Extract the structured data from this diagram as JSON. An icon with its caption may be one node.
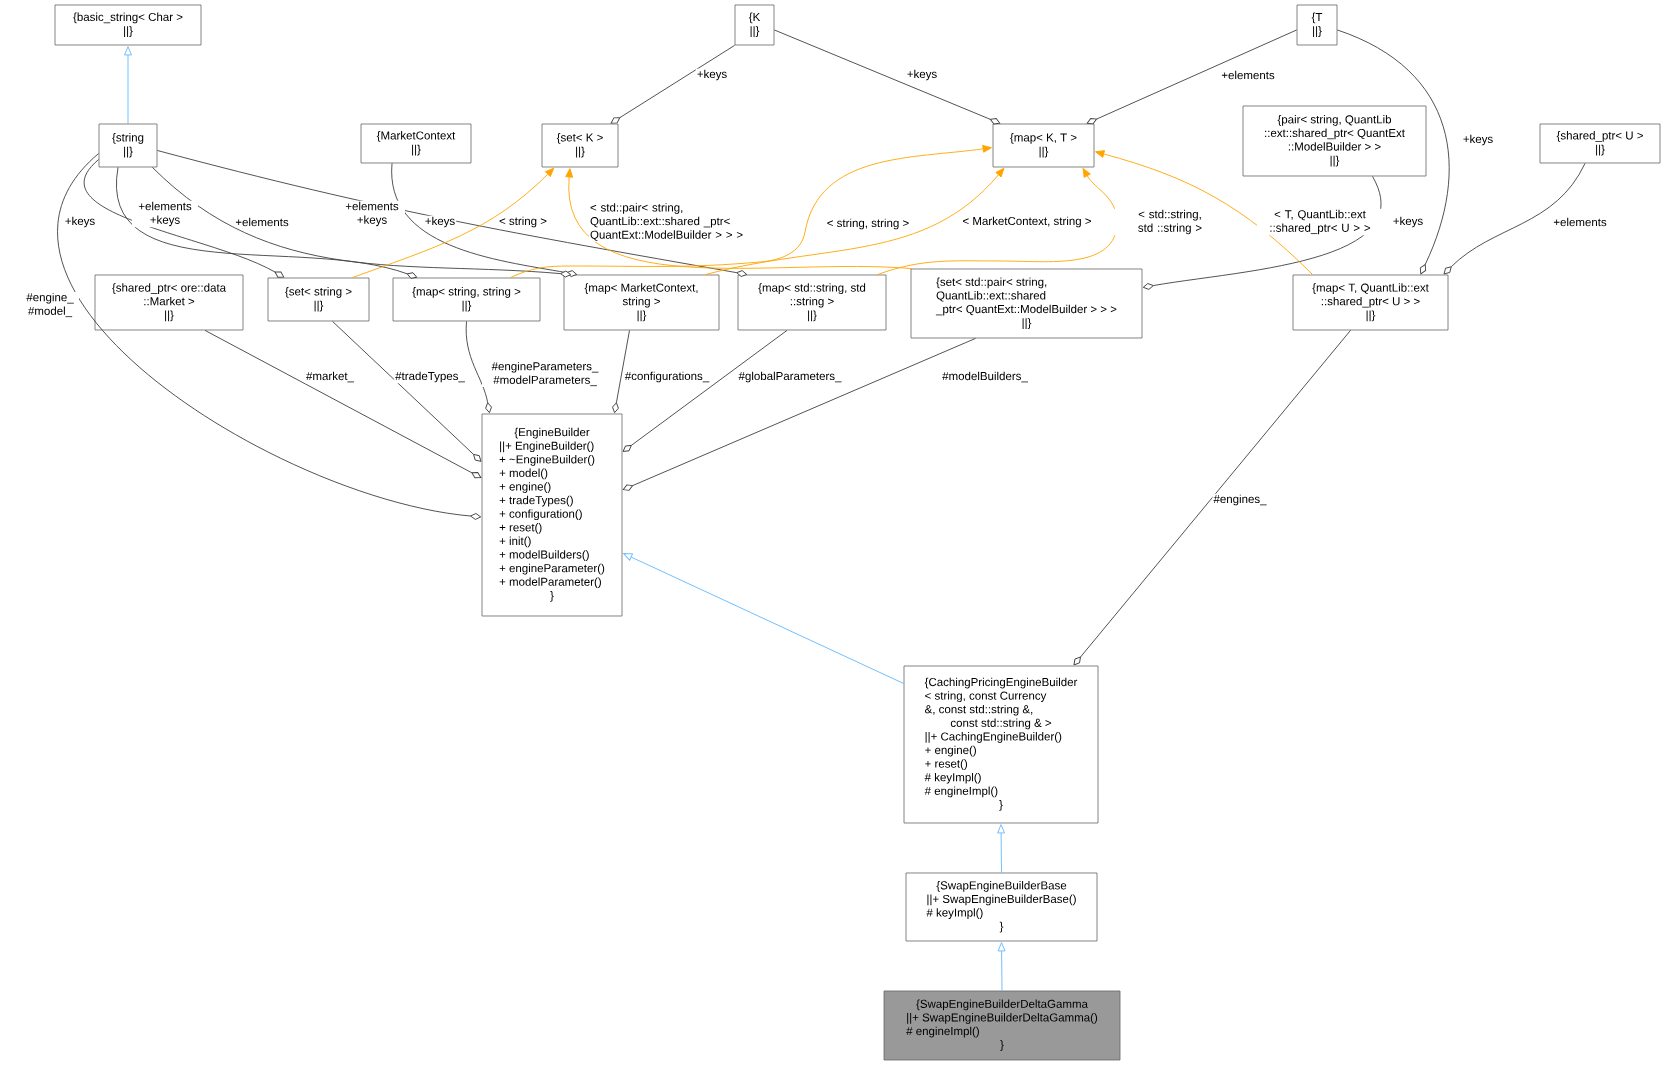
{
  "diagram": {
    "nodes": [
      {
        "text": [
          "{basic_string< Char >",
          "||}"
        ]
      },
      {
        "text": [
          "{string",
          "||}"
        ]
      },
      {
        "text": [
          "{K",
          "||}"
        ]
      },
      {
        "text": [
          "{T",
          "||}"
        ]
      },
      {
        "text": [
          "{set< K >",
          "||}"
        ]
      },
      {
        "text": [
          "{map< K, T >",
          "||}"
        ]
      },
      {
        "text": [
          "{MarketContext",
          "||}"
        ]
      },
      {
        "text": [
          "{pair< string, QuantLib",
          "::ext::shared_ptr< QuantExt",
          "::ModelBuilder > >",
          "||}"
        ]
      },
      {
        "text": [
          "{shared_ptr< U >",
          "||}"
        ]
      },
      {
        "text": [
          "{shared_ptr< ore::data",
          "::Market >",
          "||}"
        ]
      },
      {
        "text": [
          "{set< string >",
          "||}"
        ]
      },
      {
        "text": [
          "{map< string, string >",
          "||}"
        ]
      },
      {
        "text": [
          "{map< MarketContext,",
          "string >",
          "||}"
        ]
      },
      {
        "text": [
          "{map< std::string, std",
          "::string >",
          "||}"
        ]
      },
      {
        "text": [
          "{set< std::pair< string,",
          "QuantLib::ext::shared",
          "_ptr< QuantExt::ModelBuilder > > >",
          "||}"
        ]
      },
      {
        "text": [
          "{map< T, QuantLib::ext",
          "::shared_ptr< U > >",
          "||}"
        ]
      },
      {
        "text": [
          "{EngineBuilder",
          "||+ EngineBuilder()",
          "+ ~EngineBuilder()",
          "+ model()",
          "+ engine()",
          "+ tradeTypes()",
          "+ configuration()",
          "+ reset()",
          "+ init()",
          "+ modelBuilders()",
          "+ engineParameter()",
          "+ modelParameter()",
          "}"
        ]
      },
      {
        "text": [
          "{CachingPricingEngineBuilder",
          "< string, const Currency",
          "&, const std::string &,",
          "const std::string & >",
          "||+ CachingEngineBuilder()",
          "+ engine()",
          "+ reset()",
          "# keyImpl()",
          "# engineImpl()",
          "}"
        ]
      },
      {
        "text": [
          "{SwapEngineBuilderBase",
          "||+ SwapEngineBuilderBase()",
          "# keyImpl()",
          "}"
        ]
      },
      {
        "text": [
          "{SwapEngineBuilderDeltaGamma",
          "||+ SwapEngineBuilderDeltaGamma()",
          "# engineImpl()",
          "}"
        ]
      }
    ],
    "edges": [
      {
        "from": 1,
        "to": 0,
        "arrow": "to",
        "color": "#63b8ff"
      },
      {
        "from": 2,
        "to": 4,
        "arrow": "other",
        "label": "+keys"
      },
      {
        "from": 2,
        "to": 5,
        "arrow": "other",
        "label": "+keys"
      },
      {
        "from": 3,
        "to": 5,
        "arrow": "other",
        "label": "+elements"
      },
      {
        "from": 3,
        "to": 15,
        "arrow": "other",
        "label": "+keys"
      },
      {
        "from": 8,
        "to": 15,
        "arrow": "other",
        "label": "+elements"
      },
      {
        "from": 7,
        "to": 14,
        "arrow": "other",
        "label": "+keys"
      },
      {
        "from": 6,
        "to": 12,
        "arrow": "other",
        "label": "+keys"
      },
      {
        "from": 1,
        "to": 10,
        "arrow": "other",
        "label": "+keys"
      },
      {
        "from": 1,
        "to": 11,
        "arrow": "other",
        "label": "+elements +keys"
      },
      {
        "from": 1,
        "to": 12,
        "arrow": "other",
        "label": "+elements"
      },
      {
        "from": 1,
        "to": 13,
        "arrow": "other",
        "label": "+elements +keys"
      },
      {
        "from": 1,
        "to": 16,
        "arrow": "other",
        "label": "#engine_ #model_"
      },
      {
        "from": 9,
        "to": 16,
        "arrow": "other",
        "label": "#market_"
      },
      {
        "from": 10,
        "to": 16,
        "arrow": "other",
        "label": "#tradeTypes_"
      },
      {
        "from": 11,
        "to": 16,
        "arrow": "other",
        "label": "#engineParameters_ #modelParameters_"
      },
      {
        "from": 12,
        "to": 16,
        "arrow": "other",
        "label": "#configurations_"
      },
      {
        "from": 13,
        "to": 16,
        "arrow": "other",
        "label": "#globalParameters_"
      },
      {
        "from": 14,
        "to": 16,
        "arrow": "other",
        "label": "#modelBuilders_"
      },
      {
        "from": 15,
        "to": 17,
        "arrow": "other",
        "label": "#engines_"
      },
      {
        "from": 17,
        "to": 16,
        "arrow": "to",
        "color": "#63b8ff"
      },
      {
        "from": 18,
        "to": 17,
        "arrow": "to",
        "color": "#63b8ff"
      },
      {
        "from": 19,
        "to": 18,
        "arrow": "to",
        "color": "#63b8ff"
      },
      {
        "from": 10,
        "to": 4,
        "arrow": "to",
        "color": "#ffa500",
        "label": "< string >"
      },
      {
        "from": 14,
        "to": 4,
        "arrow": "to",
        "color": "#ffa500",
        "label": "< std::pair< string, QuantLib::ext::shared _ptr< QuantExt::ModelBuilder > > >"
      },
      {
        "from": 11,
        "to": 5,
        "arrow": "to",
        "color": "#ffa500",
        "label": "< string, string >"
      },
      {
        "from": 12,
        "to": 5,
        "arrow": "to",
        "color": "#ffa500",
        "label": "< MarketContext, string >"
      },
      {
        "from": 13,
        "to": 5,
        "arrow": "to",
        "color": "#ffa500",
        "label": "< std::string, std ::string >"
      },
      {
        "from": 15,
        "to": 5,
        "arrow": "to",
        "color": "#ffa500",
        "label": "< T, QuantLib::ext ::shared_ptr< U > >"
      }
    ]
  }
}
